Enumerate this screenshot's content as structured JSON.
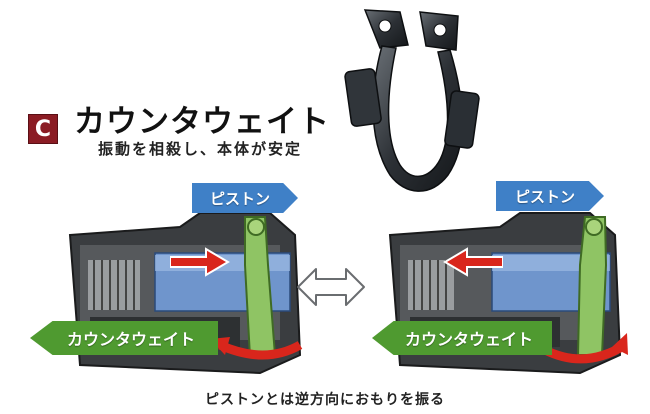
{
  "badge": "C",
  "title": "カウンタウェイト",
  "subtitle": "振動を相殺し、本体が安定",
  "piston_label": "ピストン",
  "counterweight_label": "カウンタウェイト",
  "caption": "ピストンとは逆方向におもりを振る",
  "colors": {
    "badge": "#8b1c24",
    "piston_arrow": "#3f80c7",
    "counterweight_arrow": "#4f9a30",
    "motion_arrow": "#d9261c"
  },
  "icons": {
    "swap": "double-headed-arrow-icon",
    "piston_motion_left": "red-arrow-right-icon",
    "piston_motion_right": "red-arrow-left-icon"
  }
}
